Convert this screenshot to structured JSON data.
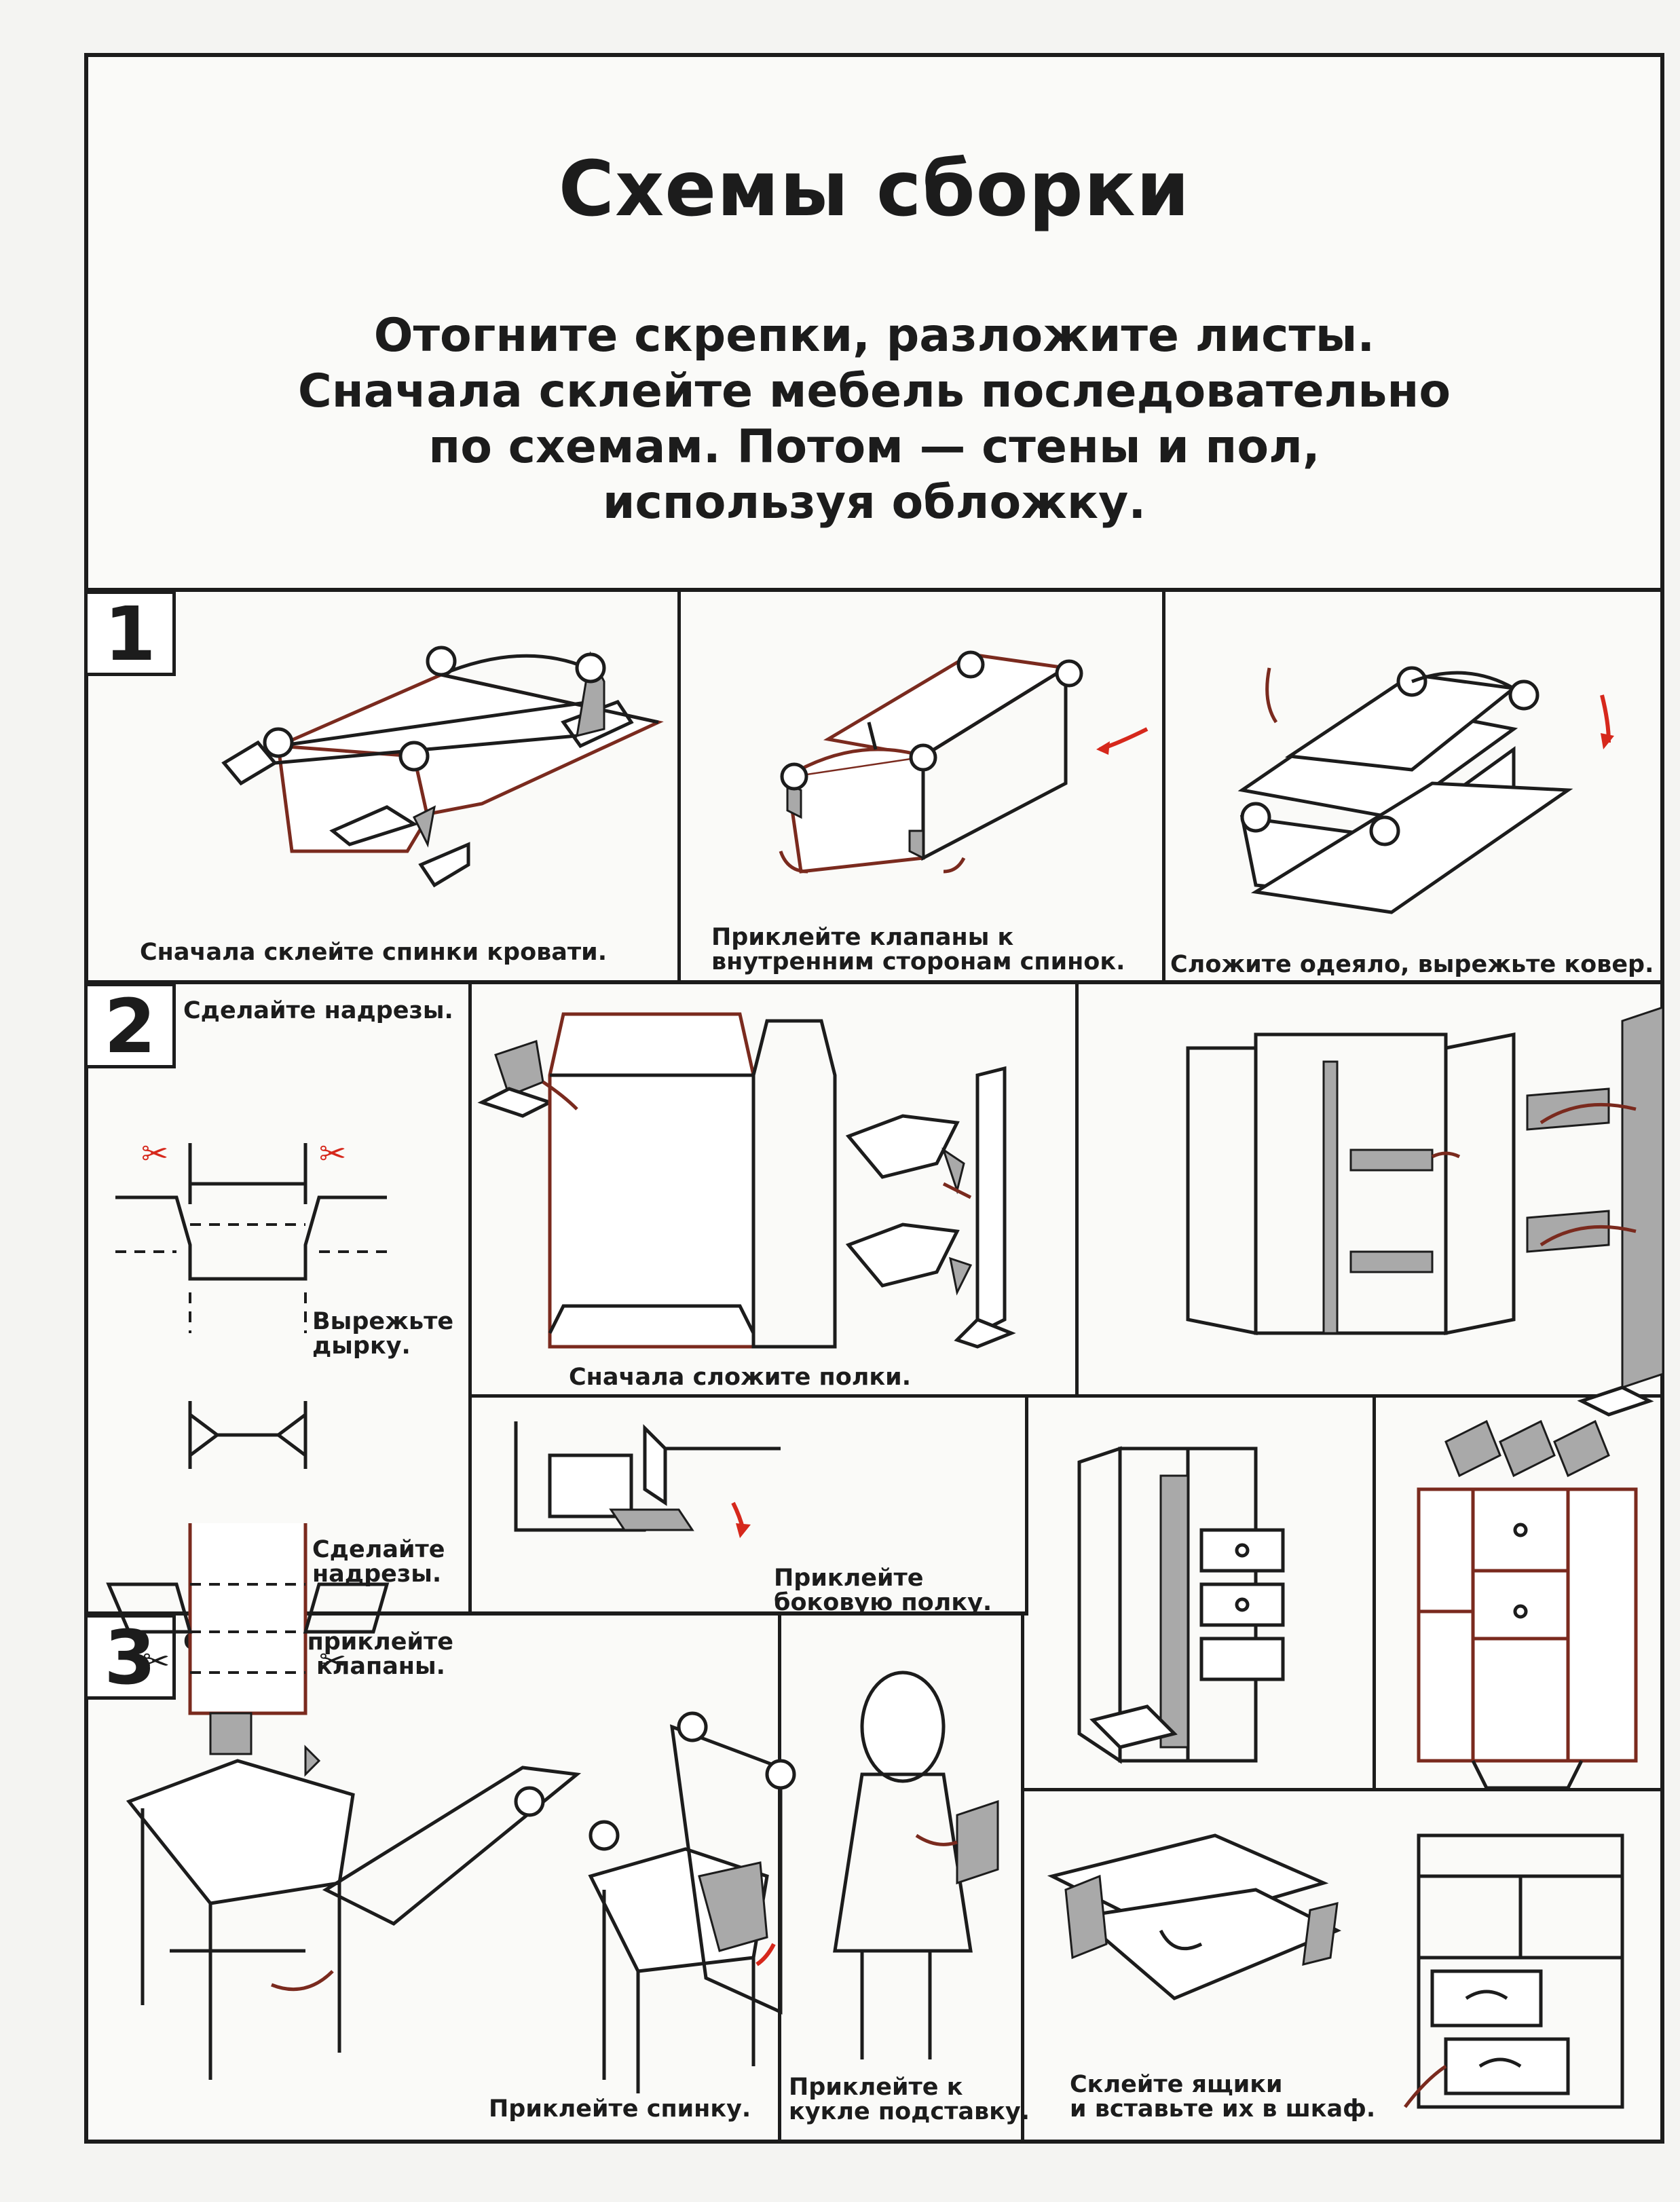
{
  "title": "Схемы сборки",
  "intro_lines": [
    "Отогните скрепки, разложите листы.",
    "Сначала склейте мебель последовательно",
    "по схемам. Потом — стены и пол,",
    "используя обложку."
  ],
  "sections": [
    {
      "number": "1",
      "captions": [
        "Сначала склейте спинки кровати.",
        "Приклейте клапаны к",
        "внутренним сторонам спинок.",
        "Сложите одеяло, вырежьте ковер."
      ]
    },
    {
      "number": "2",
      "captions": [
        "Сделайте надрезы.",
        "Вырежьте",
        "дырку.",
        "Сделайте",
        "надрезы.",
        "Сначала сложите полки.",
        "Приклейте",
        "боковую полку."
      ]
    },
    {
      "number": "3",
      "captions": [
        "Сначала приклейте",
        "клапаны.",
        "Приклейте спинку.",
        "Приклейте к",
        "кукле подставку.",
        "Склейте ящики",
        "и вставьте их в шкаф."
      ]
    }
  ],
  "colors": {
    "outline": "#1c1c1c",
    "brown_line": "#7a2a1e",
    "arrow_red": "#d6281c",
    "flap_gray": "#a9a9a9"
  },
  "icons": [
    "scissors-icon",
    "arrow-icon"
  ]
}
